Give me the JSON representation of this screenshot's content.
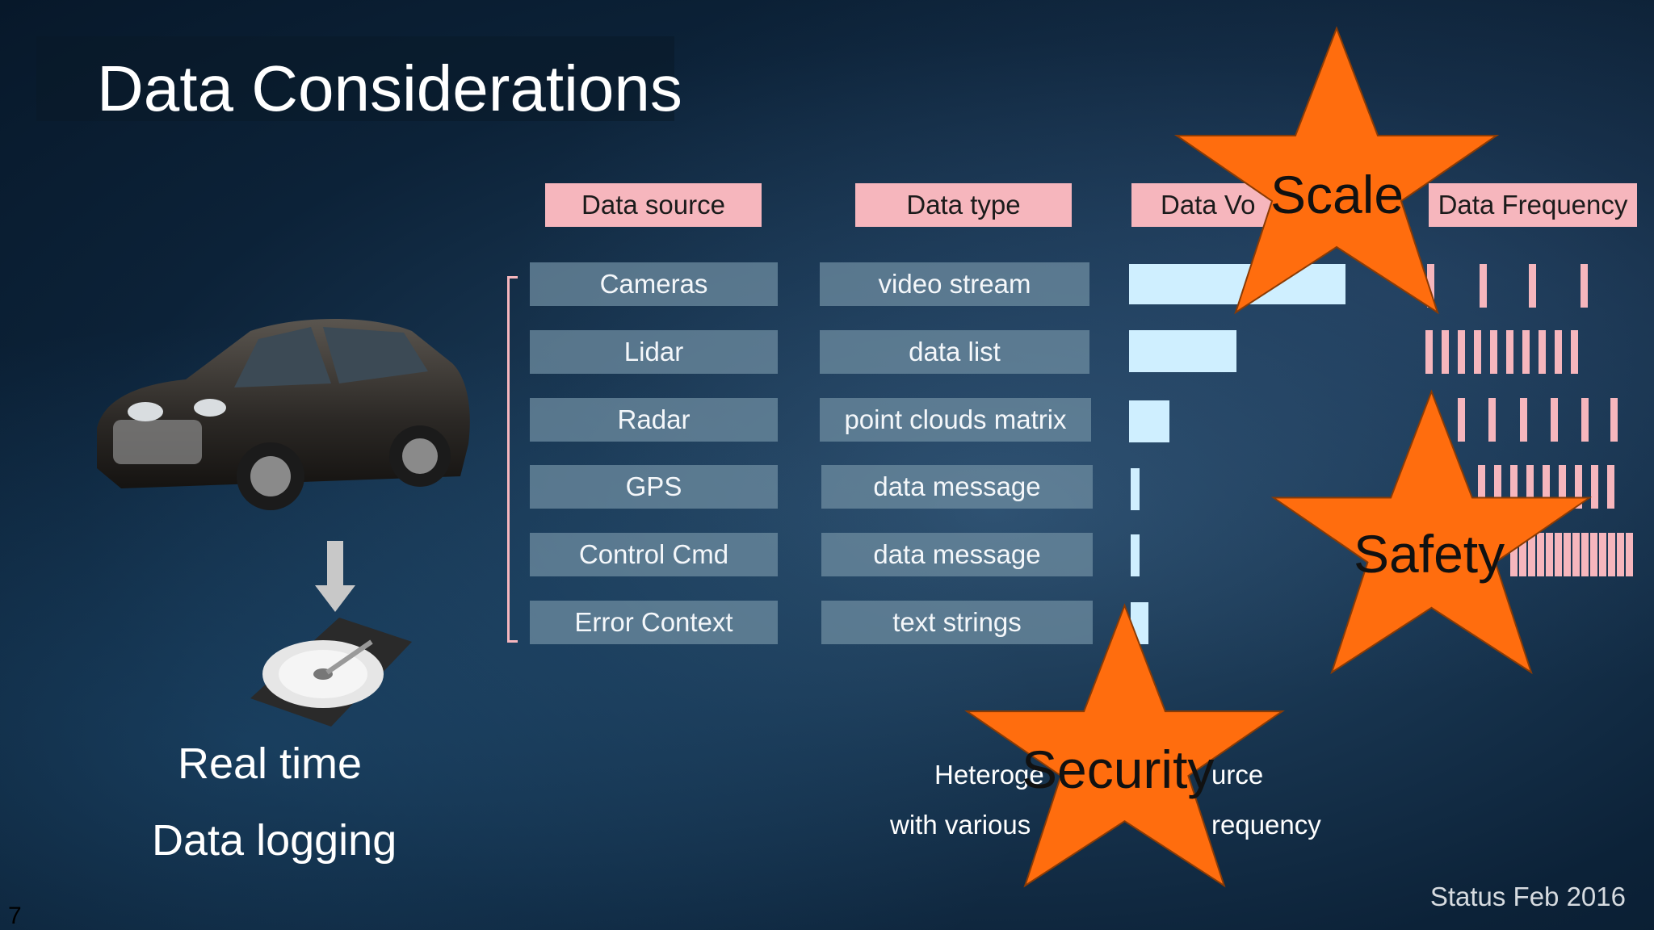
{
  "slide": {
    "title": "Data Considerations",
    "status": "Status Feb 2016",
    "page_number": "7"
  },
  "table": {
    "headers": {
      "source": "Data source",
      "type": "Data type",
      "volume": "Data Vo",
      "frequency": "Data Frequency"
    },
    "rows": [
      {
        "source": "Cameras",
        "type": "video stream"
      },
      {
        "source": "Lidar",
        "type": "data list"
      },
      {
        "source": "Radar",
        "type": "point clouds matrix"
      },
      {
        "source": "GPS",
        "type": "data message"
      },
      {
        "source": "Control Cmd",
        "type": "data message"
      },
      {
        "source": "Error Context",
        "type": "text strings"
      }
    ]
  },
  "captions": {
    "line1": "Real time",
    "line2": "Data logging",
    "hetero_left1": "Heteroge",
    "hetero_right1": "urce",
    "hetero_left2": "with various",
    "hetero_right2": "requency"
  },
  "stars": {
    "scale": "Scale",
    "safety": "Safety",
    "security": "Security",
    "color": "#ff6d0e"
  },
  "icons": [
    "car-image",
    "down-arrow-icon",
    "hard-drive-image"
  ]
}
